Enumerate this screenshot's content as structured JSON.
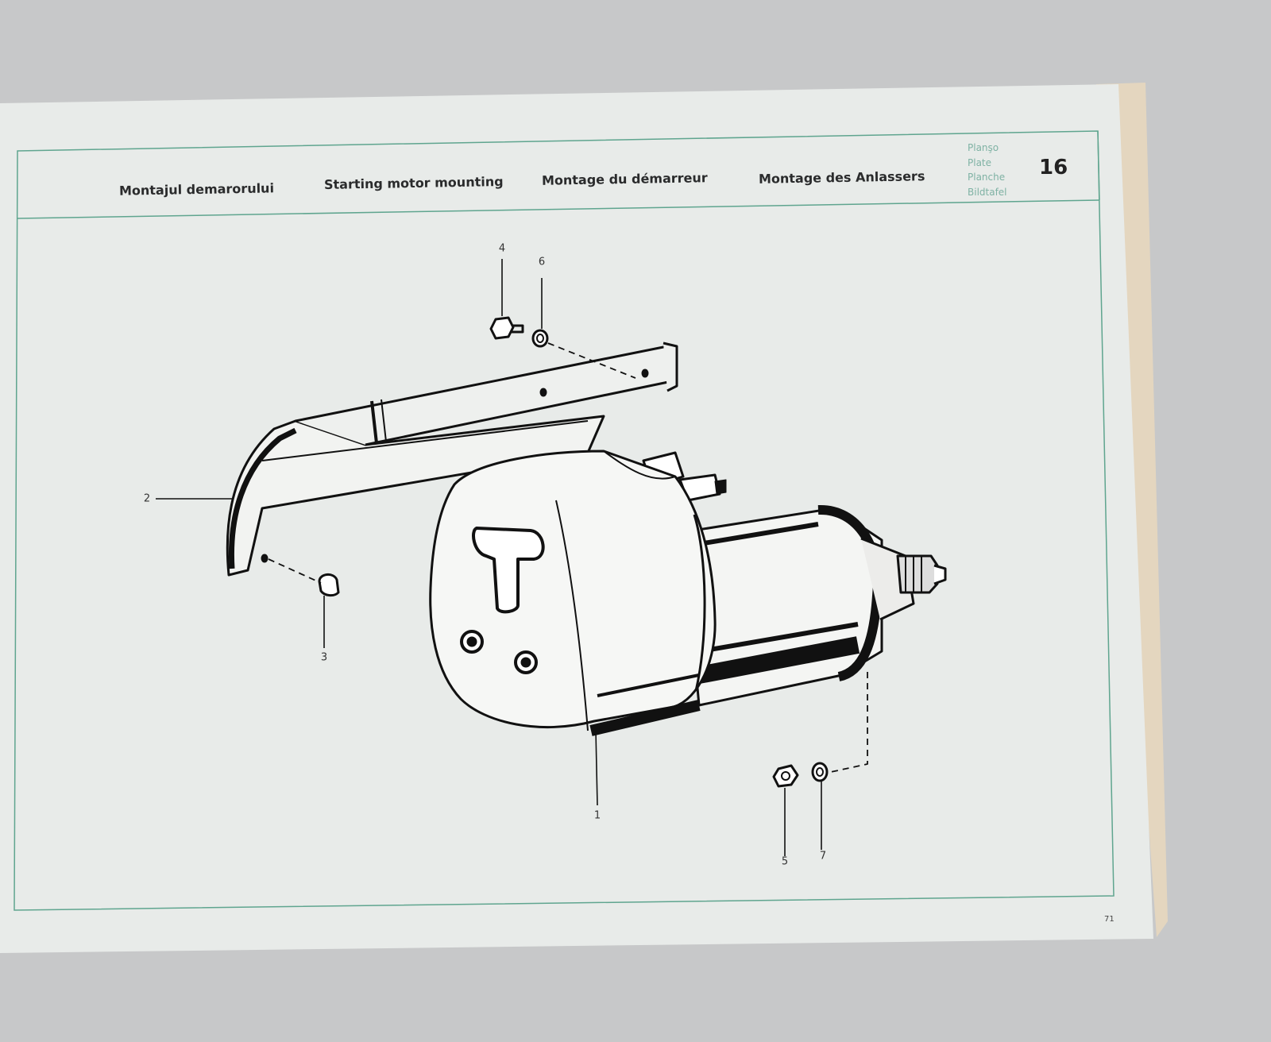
{
  "header": {
    "titles": [
      "Montajul demarorului",
      "Starting motor mounting",
      "Montage du démarreur",
      "Montage des Anlassers"
    ],
    "plate_labels": [
      "Planşo",
      "Plate",
      "Planche",
      "Bildtafel"
    ],
    "plate_number": "16"
  },
  "figure": {
    "subject": "starting motor assembly",
    "callouts": [
      "1",
      "2",
      "3",
      "4",
      "5",
      "6",
      "7"
    ]
  },
  "page_number": "71",
  "colors": {
    "background": "#c7c8c9",
    "paper": "#e9ecea",
    "frame_line": "#5fa58f",
    "ink": "#111111"
  }
}
